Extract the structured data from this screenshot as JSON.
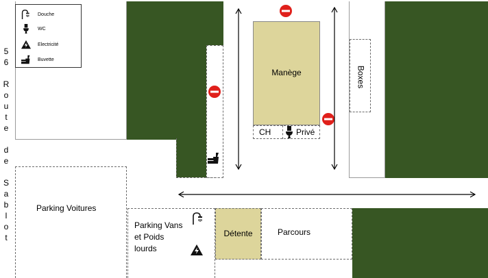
{
  "legend": {
    "items": [
      {
        "label": "Douche",
        "icon": "shower-icon"
      },
      {
        "label": "WC",
        "icon": "toilet-icon"
      },
      {
        "label": "Electricité",
        "icon": "electricity-icon"
      },
      {
        "label": "Buvette",
        "icon": "refreshment-icon"
      }
    ]
  },
  "road": {
    "letters": [
      "5",
      "6",
      "R",
      "o",
      "u",
      "t",
      "e",
      "d",
      "e",
      "S",
      "a",
      "b",
      "l",
      "o",
      "t"
    ]
  },
  "areas": {
    "manege": "Manège",
    "boxes": "Boxes",
    "ch": "CH",
    "prive": "Privé",
    "parking_voitures": "Parking Voitures",
    "parking_vans": "Parking Vans et Poids lourds",
    "detente": "Détente",
    "parcours": "Parcours"
  },
  "colors": {
    "vegetation": "#375623",
    "arena": "#ddd59b",
    "no_entry": "#e0201b"
  }
}
